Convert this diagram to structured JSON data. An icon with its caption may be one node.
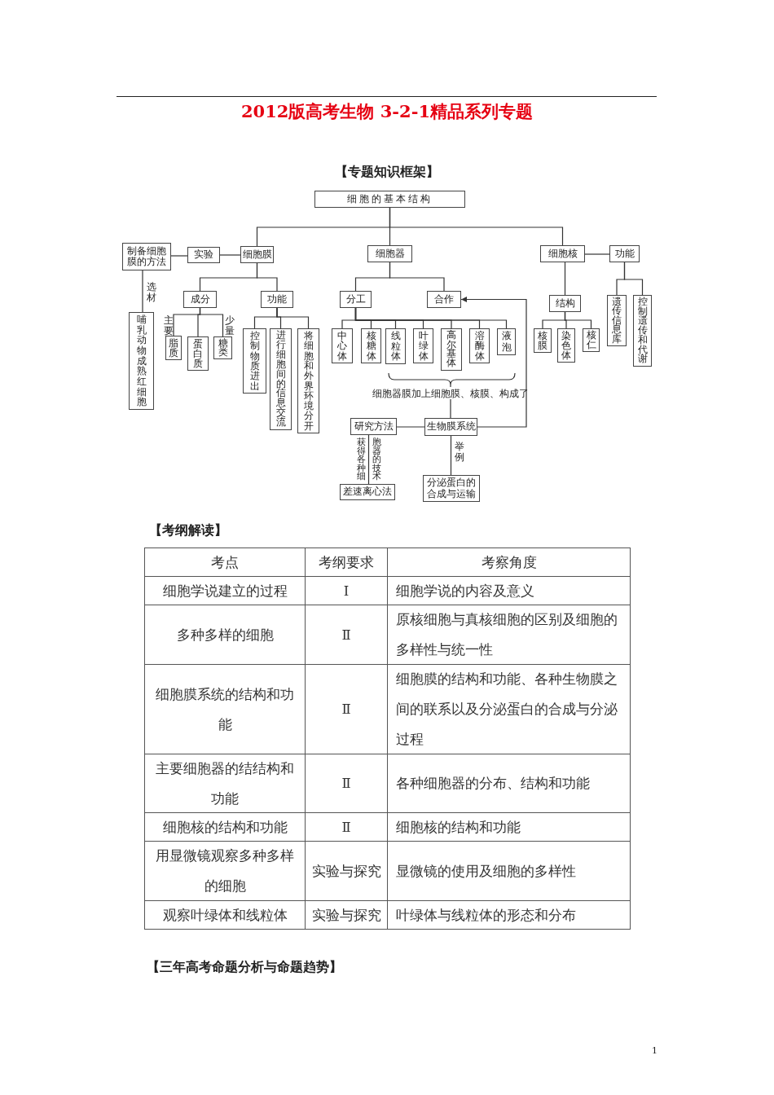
{
  "diagram": {
    "title": "2012版高考生物 3-2-1精品系列专题",
    "nodes": [
      {
        "text": [
          "细胞的基本结构"
        ]
      },
      {
        "text": [
          "制备细胞膜的方法"
        ]
      },
      {
        "text": [
          "实验"
        ]
      },
      {
        "text": [
          "细胞膜"
        ]
      },
      {
        "text": [
          "细胞器"
        ]
      },
      {
        "text": [
          "细胞核"
        ]
      },
      {
        "text": [
          "功能"
        ]
      },
      {
        "text": [
          "成分"
        ]
      },
      {
        "text": [
          "功能"
        ]
      },
      {
        "text": [
          "分工"
        ]
      },
      {
        "text": [
          "合作"
        ]
      },
      {
        "text": [
          "结构"
        ]
      },
      {
        "text": [
          "遗传信息库"
        ]
      },
      {
        "text": [
          "控制遗传和代谢"
        ]
      },
      {
        "text": [
          "哺乳动物成熟红细胞"
        ]
      },
      {
        "text": [
          "脂质"
        ]
      },
      {
        "text": [
          "蛋白质"
        ]
      },
      {
        "text": [
          "糖类"
        ]
      },
      {
        "text": [
          "控制物质进出"
        ]
      },
      {
        "text": [
          "进行细胞间的信息交流"
        ]
      },
      {
        "text": [
          "将细胞和外界环境分开"
        ]
      },
      {
        "text": [
          "中心体"
        ]
      },
      {
        "text": [
          "核糖体"
        ]
      },
      {
        "text": [
          "线粒体"
        ]
      },
      {
        "text": [
          "叶绿体"
        ]
      },
      {
        "text": [
          "高尔基体"
        ]
      },
      {
        "text": [
          "溶酶体"
        ]
      },
      {
        "text": [
          "液泡"
        ]
      },
      {
        "text": [
          "核膜"
        ]
      },
      {
        "text": [
          "染色体"
        ]
      },
      {
        "text": [
          "核仁"
        ]
      },
      {
        "text": [
          "细胞器膜加上细胞膜、核膜、构成了"
        ]
      },
      {
        "text": [
          "研究方法"
        ]
      },
      {
        "text": [
          "生物膜系统"
        ]
      },
      {
        "text": [
          "差速离心法"
        ]
      },
      {
        "text": [
          "分泌蛋白的合成与运输"
        ]
      }
    ],
    "edges": [
      {
        "from": 0,
        "to": 3,
        "arrow": "none"
      },
      {
        "from": 0,
        "to": 4,
        "arrow": "none"
      },
      {
        "from": 0,
        "to": 5,
        "arrow": "none"
      },
      {
        "from": 1,
        "to": 2,
        "arrow": "none"
      },
      {
        "from": 2,
        "to": 3,
        "arrow": "none"
      },
      {
        "from": 5,
        "to": 6,
        "arrow": "none"
      },
      {
        "from": 1,
        "to": 14,
        "arrow": "none",
        "label": "选材"
      },
      {
        "from": 3,
        "to": 7,
        "arrow": "none"
      },
      {
        "from": 3,
        "to": 8,
        "arrow": "none"
      },
      {
        "from": 4,
        "to": 9,
        "arrow": "none"
      },
      {
        "from": 4,
        "to": 10,
        "arrow": "none"
      },
      {
        "from": 5,
        "to": 11,
        "arrow": "none"
      },
      {
        "from": 6,
        "to": 12,
        "arrow": "none"
      },
      {
        "from": 6,
        "to": 13,
        "arrow": "none"
      },
      {
        "from": 7,
        "to": 15,
        "arrow": "none",
        "label": "主要"
      },
      {
        "from": 7,
        "to": 16,
        "arrow": "none"
      },
      {
        "from": 7,
        "to": 17,
        "arrow": "none",
        "label": "少量"
      },
      {
        "from": 8,
        "to": 18,
        "arrow": "none"
      },
      {
        "from": 8,
        "to": 19,
        "arrow": "none"
      },
      {
        "from": 8,
        "to": 20,
        "arrow": "none"
      },
      {
        "from": 9,
        "to": 21,
        "arrow": "none"
      },
      {
        "from": 9,
        "to": 22,
        "arrow": "none"
      },
      {
        "from": 9,
        "to": 23,
        "arrow": "none"
      },
      {
        "from": 9,
        "to": 24,
        "arrow": "none"
      },
      {
        "from": 9,
        "to": 25,
        "arrow": "none"
      },
      {
        "from": 9,
        "to": 26,
        "arrow": "none"
      },
      {
        "from": 9,
        "to": 27,
        "arrow": "none"
      },
      {
        "from": 11,
        "to": 28,
        "arrow": "none"
      },
      {
        "from": 11,
        "to": 29,
        "arrow": "none"
      },
      {
        "from": 11,
        "to": 30,
        "arrow": "none"
      },
      {
        "from": 31,
        "to": 33,
        "arrow": "none"
      },
      {
        "from": 33,
        "to": 32,
        "arrow": "none"
      },
      {
        "from": 33,
        "to": 10,
        "arrow": "to"
      },
      {
        "from": 32,
        "to": 34,
        "arrow": "none",
        "label": "获得各种细胞器的技术"
      },
      {
        "from": 33,
        "to": 35,
        "arrow": "none",
        "label": "举例"
      }
    ],
    "labels": [
      "【专题知识框架】",
      "【考纲解读】",
      "考点",
      "考纲要求",
      "考察角度",
      "细胞学说建立的过程",
      "Ⅰ",
      "细胞学说的内容及意义",
      "多种多样的细胞",
      "Ⅱ",
      "原核细胞与真核细胞的区别及细胞的多样性与统一性",
      "细胞膜系统的结构和功能",
      "Ⅱ",
      "细胞膜的结构和功能、各种生物膜之间的联系以及分泌蛋白的合成与分泌过程",
      "主要细胞器的结结构和功能",
      "Ⅱ",
      "各种细胞器的分布、结构和功能",
      "细胞核的结构和功能",
      "Ⅱ",
      "细胞核的结构和功能",
      "用显微镜观察多种多样的细胞",
      "实验与探究",
      "显微镜的使用及细胞的多样性",
      "观察叶绿体和线粒体",
      "实验与探究",
      "叶绿体与线粒体的形态和分布",
      "【三年高考命题分析与命题趋势】",
      "1"
    ]
  }
}
